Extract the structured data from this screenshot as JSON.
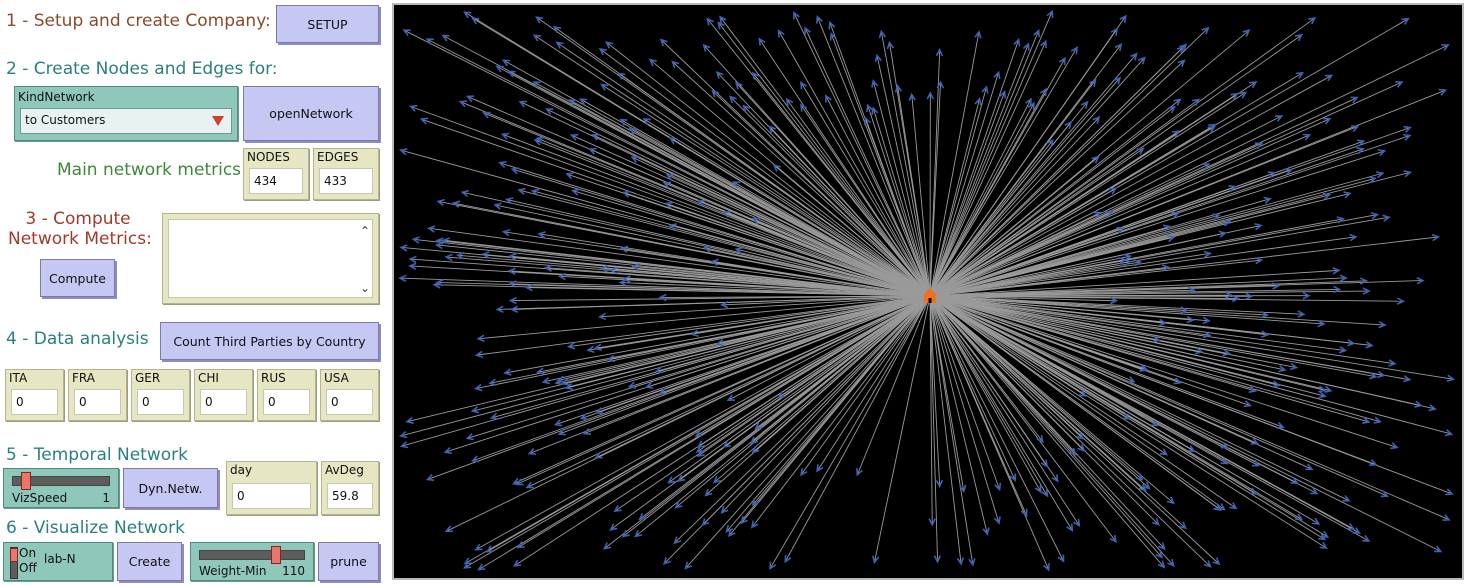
{
  "colors": {
    "button": "#c7c7f3",
    "monitor": "#e6e6c2",
    "chooser_slider": "#8fc7bb",
    "world_bg": "#000000",
    "edge": "#9a9a9a",
    "node": "#3a63b8",
    "hub": "#f07020"
  },
  "section1": {
    "title": "1 - Setup and create Company:",
    "setup_label": "SETUP"
  },
  "section2": {
    "title": "2 - Create Nodes and Edges for:",
    "chooser_label": "KindNetwork",
    "chooser_value": "to Customers",
    "open_label": "openNetwork",
    "metrics_label": "Main network metrics",
    "nodes": {
      "label": "NODES",
      "value": "434"
    },
    "edges": {
      "label": "EDGES",
      "value": "433"
    }
  },
  "section3": {
    "title_line1": "3 - Compute",
    "title_line2": "Network Metrics:",
    "compute_label": "Compute",
    "output_text": ""
  },
  "section4": {
    "title": "4 - Data analysis",
    "count_label": "Count Third Parties by Country",
    "countries": [
      {
        "label": "ITA",
        "value": "0"
      },
      {
        "label": "FRA",
        "value": "0"
      },
      {
        "label": "GER",
        "value": "0"
      },
      {
        "label": "CHI",
        "value": "0"
      },
      {
        "label": "RUS",
        "value": "0"
      },
      {
        "label": "USA",
        "value": "0"
      }
    ]
  },
  "section5": {
    "title": "5 - Temporal Network",
    "slider": {
      "name": "VizSpeed",
      "value": "1",
      "fraction": 0.1
    },
    "dyn_label": "Dyn.Netw.",
    "day": {
      "label": "day",
      "value": "0"
    },
    "avdeg": {
      "label": "AvDeg",
      "value": "59.8"
    }
  },
  "section6": {
    "title": "6 - Visualize Network",
    "switch": {
      "on": "On",
      "off": "Off",
      "name": "lab-N"
    },
    "create_label": "Create",
    "slider": {
      "name": "Weight-Min",
      "value": "110",
      "fraction": 0.73
    },
    "prune_label": "prune"
  },
  "world": {
    "node_count": 433
  }
}
